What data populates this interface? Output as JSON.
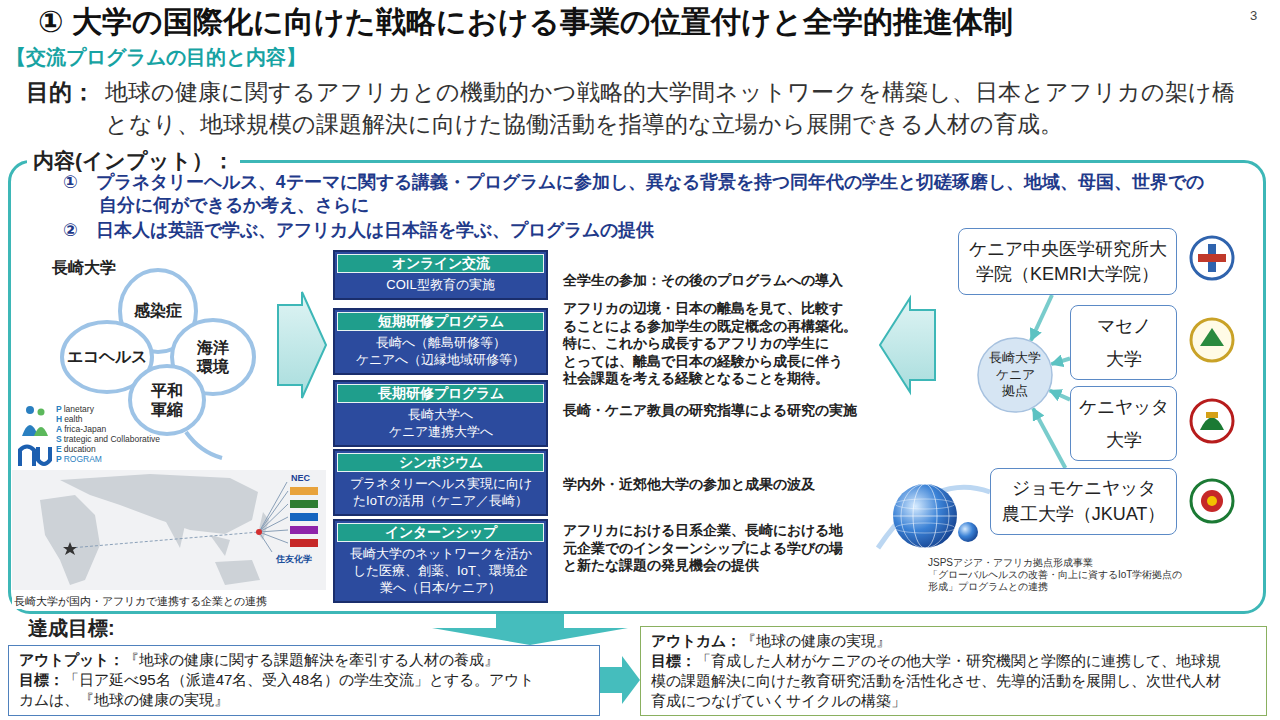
{
  "diagram": {
    "title": "① 大学の国際化に向けた戦略における事業の位置付けと全学的推進体制",
    "nodes": [
      {
        "text": [
          "内容(インプット）：",
          "①　プラネタリーヘルス、4テーマに関する講義・プログラムに参加し、異なる背景を持つ同年代の学生と切磋琢磨し、地域、母国、世界での 自分に何ができるか考え、さらに",
          "②　日本人は英語で学ぶ、アフリカ人は日本語を学ぶ、プログラムの提供"
        ]
      },
      {
        "text": [
          "感染症"
        ],
        "in": 0
      },
      {
        "text": [
          "エコヘルス"
        ],
        "in": 0
      },
      {
        "text": [
          "海洋 環境"
        ],
        "in": 0
      },
      {
        "text": [
          "平和 軍縮"
        ],
        "in": 0
      },
      {
        "text": [
          "オンライン交流",
          "COIL型教育の実施"
        ],
        "in": 0
      },
      {
        "text": [
          "短期研修プログラム",
          "長崎へ（離島研修等） ケニアへ（辺縁地域研修等）"
        ],
        "in": 0
      },
      {
        "text": [
          "長期研修プログラム",
          "長崎大学へ ケニア連携大学へ"
        ],
        "in": 0
      },
      {
        "text": [
          "シンポジウム",
          "プラネタリーヘルス実現に向け たIoTの活用（ケニア／長崎）"
        ],
        "in": 0
      },
      {
        "text": [
          "インターンシップ",
          "長崎大学のネットワークを活か した医療、創薬、IoT、環境企 業へ（日本/ケニア）"
        ],
        "in": 0
      },
      {
        "text": [
          "ケニア中央医学研究所大 学院（KEMRI大学院）"
        ],
        "in": 0
      },
      {
        "text": [
          "長崎大学 ケニア 拠点"
        ],
        "in": 0
      },
      {
        "text": [
          "マセノ 大学"
        ],
        "in": 0
      },
      {
        "text": [
          "ケニヤッタ 大学"
        ],
        "in": 0
      },
      {
        "text": [
          "ジョモケニヤッタ 農工大学（JKUAT）"
        ],
        "in": 0
      },
      {
        "text": [
          "アウトプット：",
          "『地球の健康に関する課題解決を牽引する人材の養成』",
          "目標：",
          "「日ア延べ95名（派遣47名、受入48名）の学生交流」とする。アウト カムは、『地球の健康の実現』"
        ]
      },
      {
        "text": [
          "アウトカム：",
          "『地球の健康の実現』",
          "目標：",
          "「育成した人材がケニアのその他大学・研究機関と学際的に連携して、地球規 模の課題解決に向けた教育研究活動を活性化させ、先導的活動を展開し、次世代人材 育成につなげていくサイクルの構築」"
        ]
      }
    ],
    "edges": [
      {
        "from": 10,
        "to": 11,
        "arrow": "to"
      },
      {
        "from": 12,
        "to": 11,
        "arrow": "to"
      },
      {
        "from": 13,
        "to": 11,
        "arrow": "to"
      },
      {
        "from": 14,
        "to": 11,
        "arrow": "to"
      },
      {
        "from": 0,
        "to": 15,
        "arrow": "to"
      },
      {
        "from": 15,
        "to": 16,
        "arrow": "to"
      }
    ],
    "labels": [
      "3",
      "【交流プログラムの目的と内容】",
      "目的：",
      "地球の健康に関するアフリカとの機動的かつ戦略的大学間ネットワークを構築し、日本とアフリカの架け橋 となり、地球規模の課題解決に向けた協働活動を指導的な立場から展開できる人材の育成。",
      "長崎大学",
      "Planetary",
      "Health",
      "Africa-Japan",
      "Strategic and Collaborative",
      "Education",
      "PROGRAM",
      "NEC",
      "住友化学",
      "長崎大学が国内・アフリカで連携する企業との連携",
      "全学生の参加：その後のプログラムへの導入",
      "アフリカの辺境・日本の離島を見て、比較す ることによる参加学生の既定概念の再構築化。 特に、これから成長するアフリカの学生に とっては、離島で日本の経験から成長に伴う 社会課題を考える経験となることを期待。",
      "長崎・ケニア教員の研究指導による研究の実施",
      "学内外・近郊他大学の参加と成果の波及",
      "アフリカにおける日系企業、長崎における地 元企業でのインターンシップによる学びの場 と新たな課題の発見機会の提供",
      "JSPSアジア・アフリカ拠点形成事業 「グローバルヘルスの改善・向上に資するIoT学術拠点の 形成」プログラムとの連携",
      "達成目標:"
    ]
  }
}
